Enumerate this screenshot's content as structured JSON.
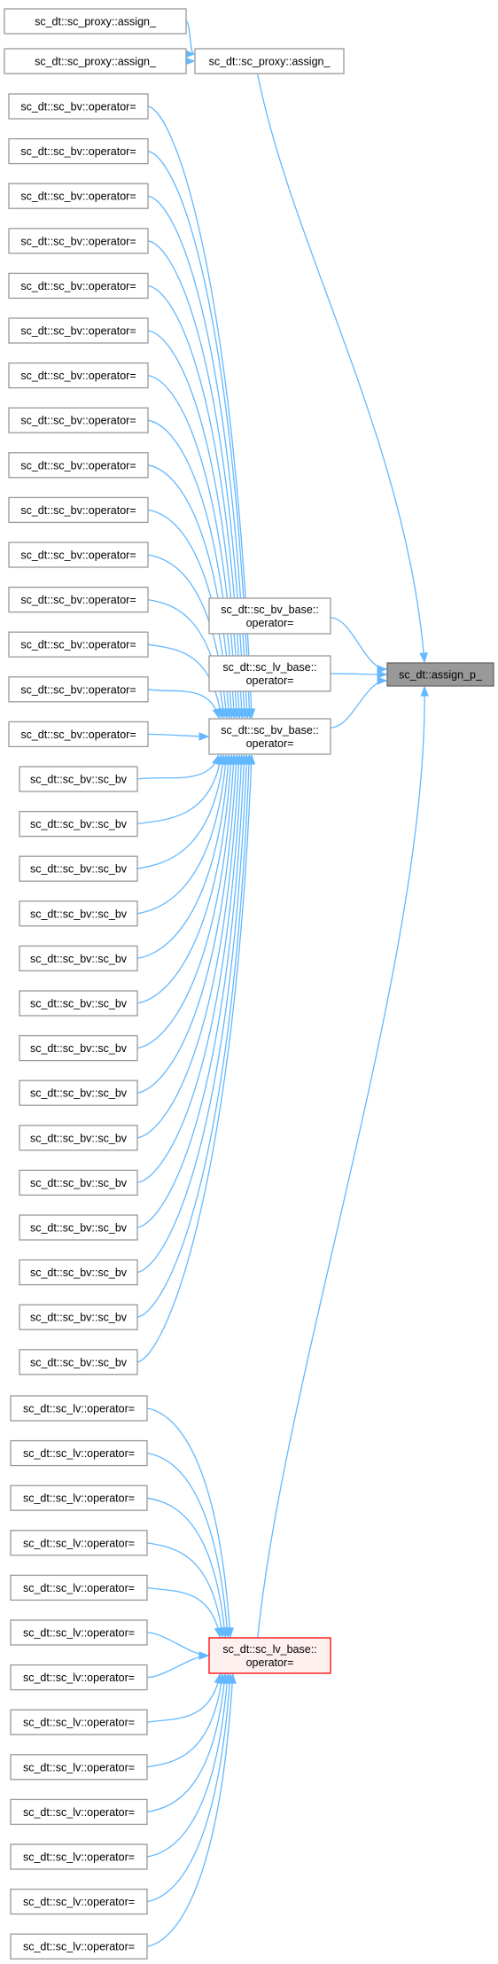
{
  "diagram": {
    "colors": {
      "edge": "#63b8ff",
      "node_border": "#999999",
      "target_fill": "#999999",
      "highlight_border": "#ff0000",
      "highlight_fill": "#fff0f0"
    },
    "nodes": [
      {
        "id": "proxy_assign_1",
        "lines": [
          "sc_dt::sc_proxy::assign_"
        ]
      },
      {
        "id": "proxy_assign_2",
        "lines": [
          "sc_dt::sc_proxy::assign_"
        ]
      },
      {
        "id": "proxy_assign_mid",
        "lines": [
          "sc_dt::sc_proxy::assign_"
        ]
      },
      {
        "id": "bv_op_1",
        "lines": [
          "sc_dt::sc_bv::operator="
        ]
      },
      {
        "id": "bv_op_2",
        "lines": [
          "sc_dt::sc_bv::operator="
        ]
      },
      {
        "id": "bv_op_3",
        "lines": [
          "sc_dt::sc_bv::operator="
        ]
      },
      {
        "id": "bv_op_4",
        "lines": [
          "sc_dt::sc_bv::operator="
        ]
      },
      {
        "id": "bv_op_5",
        "lines": [
          "sc_dt::sc_bv::operator="
        ]
      },
      {
        "id": "bv_op_6",
        "lines": [
          "sc_dt::sc_bv::operator="
        ]
      },
      {
        "id": "bv_op_7",
        "lines": [
          "sc_dt::sc_bv::operator="
        ]
      },
      {
        "id": "bv_op_8",
        "lines": [
          "sc_dt::sc_bv::operator="
        ]
      },
      {
        "id": "bv_op_9",
        "lines": [
          "sc_dt::sc_bv::operator="
        ]
      },
      {
        "id": "bv_op_10",
        "lines": [
          "sc_dt::sc_bv::operator="
        ]
      },
      {
        "id": "bv_op_11",
        "lines": [
          "sc_dt::sc_bv::operator="
        ]
      },
      {
        "id": "bv_op_12",
        "lines": [
          "sc_dt::sc_bv::operator="
        ]
      },
      {
        "id": "bv_op_13",
        "lines": [
          "sc_dt::sc_bv::operator="
        ]
      },
      {
        "id": "bv_op_14",
        "lines": [
          "sc_dt::sc_bv::operator="
        ]
      },
      {
        "id": "bv_op_15",
        "lines": [
          "sc_dt::sc_bv::operator="
        ]
      },
      {
        "id": "bv_ctor_1",
        "lines": [
          "sc_dt::sc_bv::sc_bv"
        ]
      },
      {
        "id": "bv_ctor_2",
        "lines": [
          "sc_dt::sc_bv::sc_bv"
        ]
      },
      {
        "id": "bv_ctor_3",
        "lines": [
          "sc_dt::sc_bv::sc_bv"
        ]
      },
      {
        "id": "bv_ctor_4",
        "lines": [
          "sc_dt::sc_bv::sc_bv"
        ]
      },
      {
        "id": "bv_ctor_5",
        "lines": [
          "sc_dt::sc_bv::sc_bv"
        ]
      },
      {
        "id": "bv_ctor_6",
        "lines": [
          "sc_dt::sc_bv::sc_bv"
        ]
      },
      {
        "id": "bv_ctor_7",
        "lines": [
          "sc_dt::sc_bv::sc_bv"
        ]
      },
      {
        "id": "bv_ctor_8",
        "lines": [
          "sc_dt::sc_bv::sc_bv"
        ]
      },
      {
        "id": "bv_ctor_9",
        "lines": [
          "sc_dt::sc_bv::sc_bv"
        ]
      },
      {
        "id": "bv_ctor_10",
        "lines": [
          "sc_dt::sc_bv::sc_bv"
        ]
      },
      {
        "id": "bv_ctor_11",
        "lines": [
          "sc_dt::sc_bv::sc_bv"
        ]
      },
      {
        "id": "bv_ctor_12",
        "lines": [
          "sc_dt::sc_bv::sc_bv"
        ]
      },
      {
        "id": "bv_ctor_13",
        "lines": [
          "sc_dt::sc_bv::sc_bv"
        ]
      },
      {
        "id": "bv_ctor_14",
        "lines": [
          "sc_dt::sc_bv::sc_bv"
        ]
      },
      {
        "id": "bv_base_op_top",
        "lines": [
          "sc_dt::sc_bv_base::",
          "operator="
        ]
      },
      {
        "id": "lv_base_op_top",
        "lines": [
          "sc_dt::sc_lv_base::",
          "operator="
        ]
      },
      {
        "id": "bv_base_op",
        "lines": [
          "sc_dt::sc_bv_base::",
          "operator="
        ]
      },
      {
        "id": "assign_p",
        "lines": [
          "sc_dt::assign_p_"
        ]
      },
      {
        "id": "lv_op_1",
        "lines": [
          "sc_dt::sc_lv::operator="
        ]
      },
      {
        "id": "lv_op_2",
        "lines": [
          "sc_dt::sc_lv::operator="
        ]
      },
      {
        "id": "lv_op_3",
        "lines": [
          "sc_dt::sc_lv::operator="
        ]
      },
      {
        "id": "lv_op_4",
        "lines": [
          "sc_dt::sc_lv::operator="
        ]
      },
      {
        "id": "lv_op_5",
        "lines": [
          "sc_dt::sc_lv::operator="
        ]
      },
      {
        "id": "lv_op_6",
        "lines": [
          "sc_dt::sc_lv::operator="
        ]
      },
      {
        "id": "lv_op_7",
        "lines": [
          "sc_dt::sc_lv::operator="
        ]
      },
      {
        "id": "lv_op_8",
        "lines": [
          "sc_dt::sc_lv::operator="
        ]
      },
      {
        "id": "lv_op_9",
        "lines": [
          "sc_dt::sc_lv::operator="
        ]
      },
      {
        "id": "lv_op_10",
        "lines": [
          "sc_dt::sc_lv::operator="
        ]
      },
      {
        "id": "lv_op_11",
        "lines": [
          "sc_dt::sc_lv::operator="
        ]
      },
      {
        "id": "lv_op_12",
        "lines": [
          "sc_dt::sc_lv::operator="
        ]
      },
      {
        "id": "lv_op_13",
        "lines": [
          "sc_dt::sc_lv::operator="
        ]
      },
      {
        "id": "lv_base_op",
        "lines": [
          "sc_dt::sc_lv_base::",
          "operator="
        ]
      }
    ],
    "edges": [
      [
        "proxy_assign_1",
        "proxy_assign_mid"
      ],
      [
        "proxy_assign_2",
        "proxy_assign_mid"
      ],
      [
        "proxy_assign_mid",
        "assign_p"
      ],
      [
        "bv_base_op_top",
        "assign_p"
      ],
      [
        "lv_base_op_top",
        "assign_p"
      ],
      [
        "bv_base_op",
        "assign_p"
      ],
      [
        "lv_base_op",
        "assign_p"
      ],
      [
        "bv_op_1",
        "bv_base_op"
      ],
      [
        "bv_op_2",
        "bv_base_op"
      ],
      [
        "bv_op_3",
        "bv_base_op"
      ],
      [
        "bv_op_4",
        "bv_base_op"
      ],
      [
        "bv_op_5",
        "bv_base_op"
      ],
      [
        "bv_op_6",
        "bv_base_op"
      ],
      [
        "bv_op_7",
        "bv_base_op"
      ],
      [
        "bv_op_8",
        "bv_base_op"
      ],
      [
        "bv_op_9",
        "bv_base_op"
      ],
      [
        "bv_op_10",
        "bv_base_op"
      ],
      [
        "bv_op_11",
        "bv_base_op"
      ],
      [
        "bv_op_12",
        "bv_base_op"
      ],
      [
        "bv_op_13",
        "bv_base_op"
      ],
      [
        "bv_op_14",
        "bv_base_op"
      ],
      [
        "bv_op_15",
        "bv_base_op"
      ],
      [
        "bv_ctor_1",
        "bv_base_op"
      ],
      [
        "bv_ctor_2",
        "bv_base_op"
      ],
      [
        "bv_ctor_3",
        "bv_base_op"
      ],
      [
        "bv_ctor_4",
        "bv_base_op"
      ],
      [
        "bv_ctor_5",
        "bv_base_op"
      ],
      [
        "bv_ctor_6",
        "bv_base_op"
      ],
      [
        "bv_ctor_7",
        "bv_base_op"
      ],
      [
        "bv_ctor_8",
        "bv_base_op"
      ],
      [
        "bv_ctor_9",
        "bv_base_op"
      ],
      [
        "bv_ctor_10",
        "bv_base_op"
      ],
      [
        "bv_ctor_11",
        "bv_base_op"
      ],
      [
        "bv_ctor_12",
        "bv_base_op"
      ],
      [
        "bv_ctor_13",
        "bv_base_op"
      ],
      [
        "bv_ctor_14",
        "bv_base_op"
      ],
      [
        "lv_op_1",
        "lv_base_op"
      ],
      [
        "lv_op_2",
        "lv_base_op"
      ],
      [
        "lv_op_3",
        "lv_base_op"
      ],
      [
        "lv_op_4",
        "lv_base_op"
      ],
      [
        "lv_op_5",
        "lv_base_op"
      ],
      [
        "lv_op_6",
        "lv_base_op"
      ],
      [
        "lv_op_7",
        "lv_base_op"
      ],
      [
        "lv_op_8",
        "lv_base_op"
      ],
      [
        "lv_op_9",
        "lv_base_op"
      ],
      [
        "lv_op_10",
        "lv_base_op"
      ],
      [
        "lv_op_11",
        "lv_base_op"
      ],
      [
        "lv_op_12",
        "lv_base_op"
      ],
      [
        "lv_op_13",
        "lv_base_op"
      ]
    ]
  }
}
